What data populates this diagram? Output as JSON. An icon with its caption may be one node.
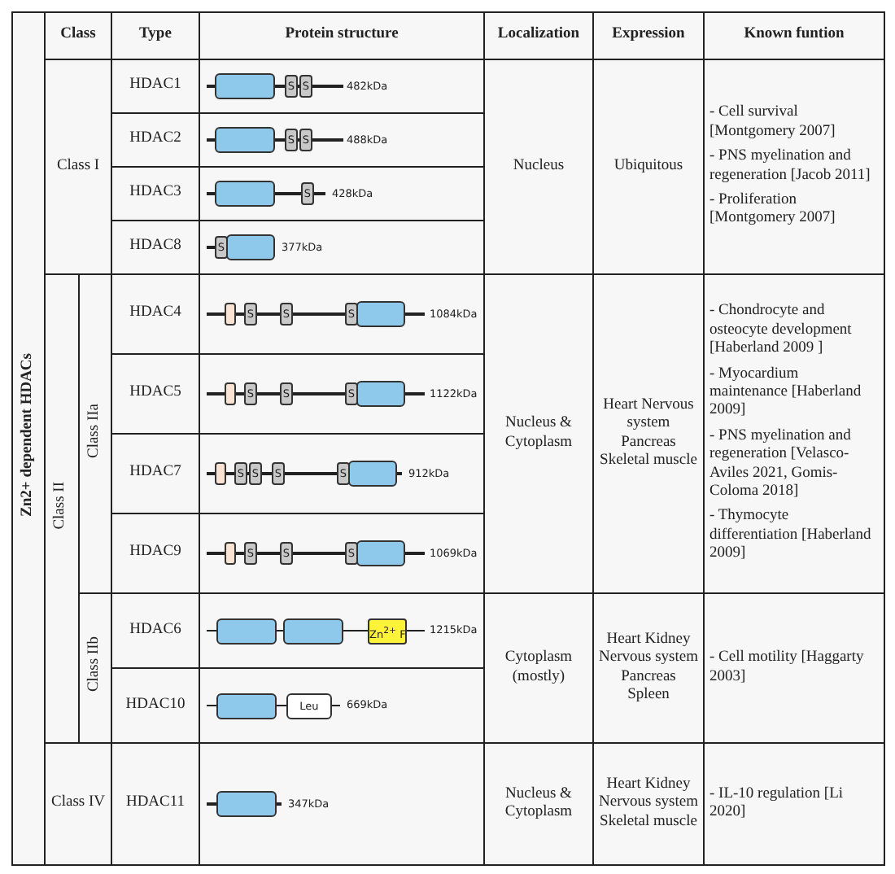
{
  "diagram": {
    "labels": [
      "Zn2+ dependent HDACs",
      "Class",
      "Type",
      "Protein structure",
      "Localization",
      "Expression",
      "Known funtion",
      "Class I",
      "HDAC1",
      "S",
      "S",
      "482kDa",
      "HDAC2",
      "S",
      "S",
      "488kDa",
      "HDAC3",
      "S",
      "428kDa",
      "HDAC8",
      "S",
      "377kDa",
      "Nucleus",
      "Ubiquitous",
      "- Cell survival [Montgomery 2007]",
      "- PNS myelination and regeneration [Jacob 2011]",
      "- Proliferation [Montgomery 2007]",
      "Class II",
      "Class IIa",
      "HDAC4",
      "S",
      "S",
      "S",
      "1084kDa",
      "HDAC5",
      "S",
      "S",
      "S",
      "1122kDa",
      "HDAC7",
      "S",
      "S",
      "S",
      "S",
      "912kDa",
      "HDAC9",
      "S",
      "S",
      "S",
      "1069kDa",
      "Nucleus & Cytoplasm",
      "Heart Nervous system Pancreas Skeletal muscle",
      "- Chondrocyte and osteocyte development [Haberland 2009 ]",
      "- Myocardium maintenance [Haberland 2009]",
      "- PNS myelination and regeneration [Velasco-Aviles 2021, Gomis-Coloma 2018]",
      "- Thymocyte differentiation [Haberland 2009]",
      "Class IIb",
      "HDAC6",
      "Zn$^{2+}$ F",
      "1215kDa",
      "HDAC10",
      "Leu",
      "669kDa",
      "Cytoplasm (mostly)",
      "Heart Kidney Nervous system Pancreas Spleen",
      "- Cell motility [Haggarty 2003]",
      "Class IV",
      "HDAC11",
      "347kDa",
      "Nucleus & Cytoplasm",
      "Heart Kidney Nervous system Skeletal muscle",
      "- IL-10 regulation [Li 2020]"
    ]
  }
}
